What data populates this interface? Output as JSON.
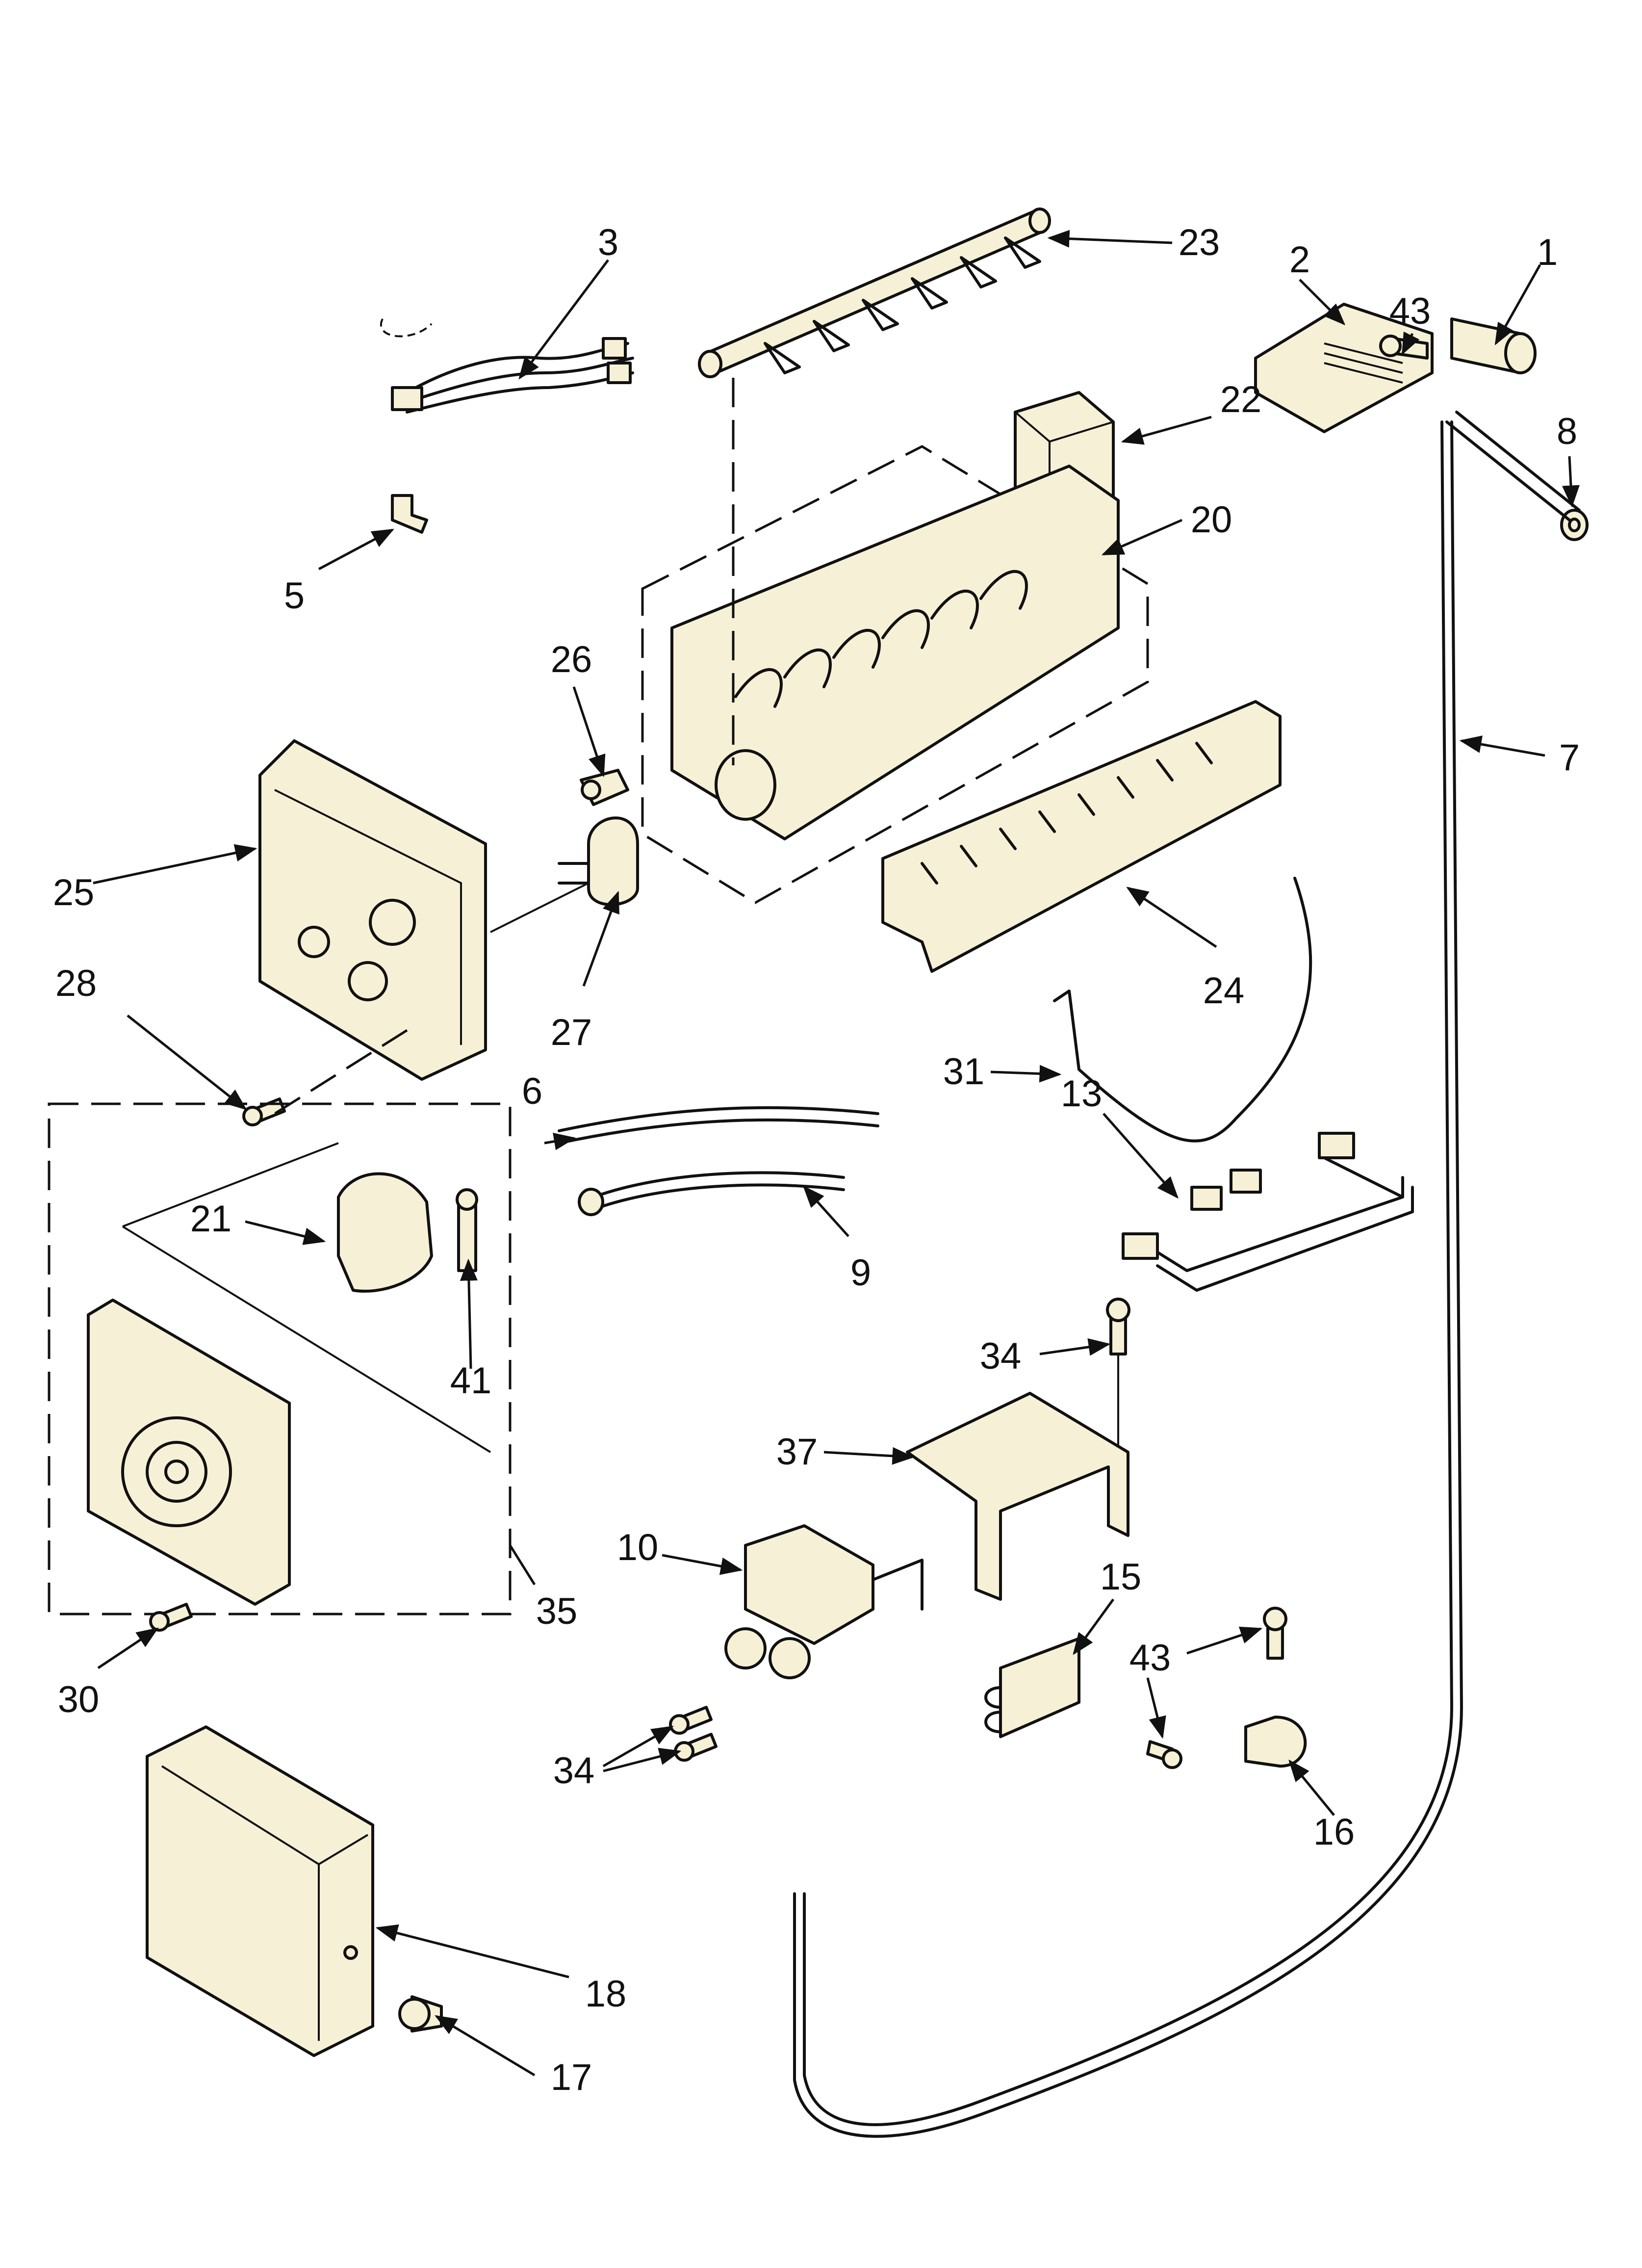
{
  "callouts": [
    {
      "id": "c1",
      "label": "1"
    },
    {
      "id": "c2",
      "label": "2"
    },
    {
      "id": "c3",
      "label": "3"
    },
    {
      "id": "c5",
      "label": "5"
    },
    {
      "id": "c6",
      "label": "6"
    },
    {
      "id": "c7",
      "label": "7"
    },
    {
      "id": "c8",
      "label": "8"
    },
    {
      "id": "c9",
      "label": "9"
    },
    {
      "id": "c10",
      "label": "10"
    },
    {
      "id": "c13",
      "label": "13"
    },
    {
      "id": "c15",
      "label": "15"
    },
    {
      "id": "c16",
      "label": "16"
    },
    {
      "id": "c17",
      "label": "17"
    },
    {
      "id": "c18",
      "label": "18"
    },
    {
      "id": "c20",
      "label": "20"
    },
    {
      "id": "c21",
      "label": "21"
    },
    {
      "id": "c22",
      "label": "22"
    },
    {
      "id": "c23",
      "label": "23"
    },
    {
      "id": "c24",
      "label": "24"
    },
    {
      "id": "c25",
      "label": "25"
    },
    {
      "id": "c26",
      "label": "26"
    },
    {
      "id": "c27",
      "label": "27"
    },
    {
      "id": "c28",
      "label": "28"
    },
    {
      "id": "c30",
      "label": "30"
    },
    {
      "id": "c31",
      "label": "31"
    },
    {
      "id": "c34a",
      "label": "34"
    },
    {
      "id": "c34b",
      "label": "34"
    },
    {
      "id": "c35",
      "label": "35"
    },
    {
      "id": "c37",
      "label": "37"
    },
    {
      "id": "c41",
      "label": "41"
    },
    {
      "id": "c43a",
      "label": "43"
    },
    {
      "id": "c43b",
      "label": "43"
    }
  ],
  "colors": {
    "line": "#111111",
    "part_fill": "#f6f1d6",
    "background": "#ffffff"
  }
}
